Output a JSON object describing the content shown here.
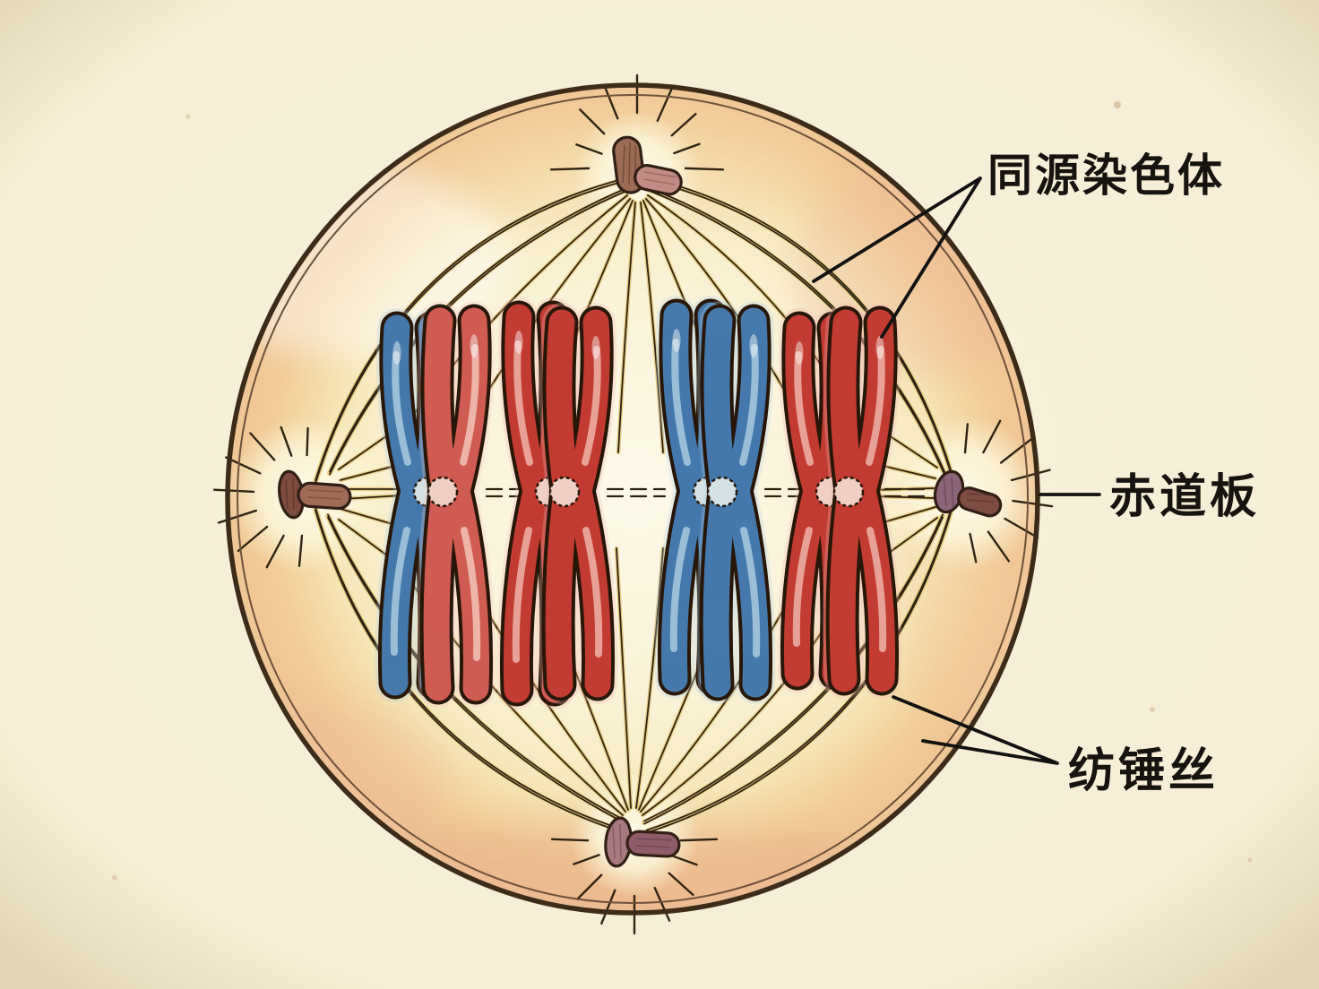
{
  "figure": {
    "type": "cell-division-metaphase-diagram",
    "labels": {
      "homologous_chromosome": "同源染色体",
      "equatorial_plate": "赤道板",
      "spindle_fiber": "纺锤丝"
    },
    "colors": {
      "page_background": "#f8f1da",
      "vignette_edge": "rgba(190,168,120,0.30)",
      "cell_center": "#fdf9ea",
      "cell_mid": "#f9efcd",
      "cell_band": "#f0c795",
      "cell_band_pink": "#e9a98c",
      "membrane_outer": "#3a2817",
      "membrane_inner": "#6b4f38",
      "fiber_dark": "#2e2112",
      "fiber_gold": "#e8cd85",
      "label_ink": "#17130e",
      "leader_line": "#141210",
      "chromosome_outline": "#261507",
      "chromosome_blue": "#4478ac",
      "chromosome_blue_highlight": "#b2d0e2",
      "chromosome_red": "#c23a32",
      "chromosome_red_highlight": "#f2bcb2",
      "chromosome_red_light": "#cf5a52",
      "chromosome_red_light_highlight": "#f6cac2",
      "centromere_knob_blue": "#d4e2e6",
      "centromere_knob_pink": "#f0d0c6",
      "centriole_brown": "#96604c",
      "centriole_purple": "#94626e",
      "centriole_pink": "#c98a85",
      "pole_glow": "#fdf8e2"
    },
    "chromosomes": [
      {
        "pair": 1,
        "color": "blue"
      },
      {
        "pair": 1,
        "color": "red-light"
      },
      {
        "pair": 2,
        "color": "red"
      },
      {
        "pair": 2,
        "color": "red"
      },
      {
        "pair": 3,
        "color": "blue"
      },
      {
        "pair": 3,
        "color": "blue"
      },
      {
        "pair": 4,
        "color": "red"
      },
      {
        "pair": 4,
        "color": "red"
      }
    ],
    "poles": [
      {
        "position": "top",
        "part": "centriole-aster"
      },
      {
        "position": "bottom",
        "part": "centriole-aster"
      },
      {
        "position": "left",
        "part": "centriole-aster"
      },
      {
        "position": "right",
        "part": "centriole-aster"
      }
    ]
  }
}
